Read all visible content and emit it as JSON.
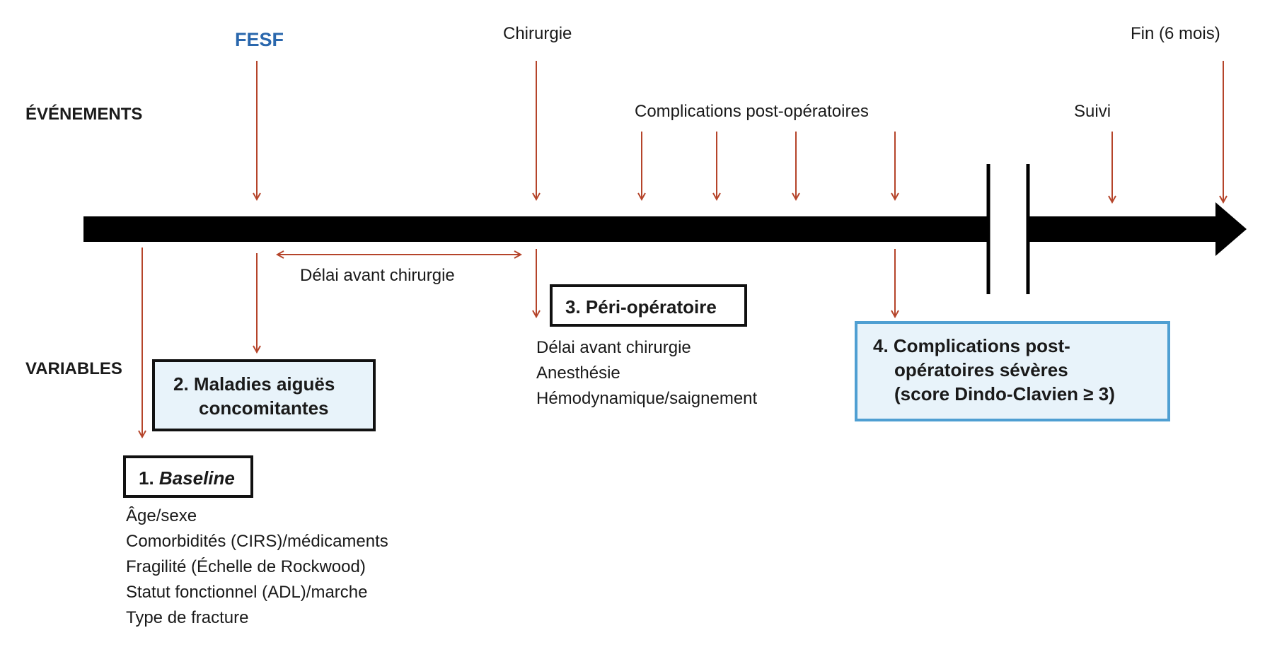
{
  "row_labels": {
    "events": "ÉVÉNEMENTS",
    "variables": "VARIABLES"
  },
  "events": {
    "fesf": "FESF",
    "surgery": "Chirurgie",
    "postop_complications": "Complications post-opératoires",
    "follow_up": "Suivi",
    "end": "Fin (6 mois)"
  },
  "delay_label": "Délai avant chirurgie",
  "boxes": {
    "baseline": {
      "number": "1.",
      "title": "Baseline"
    },
    "acute": {
      "line1": "2. Maladies aiguës",
      "line2": "concomitantes"
    },
    "periop": {
      "title": "3. Péri-opératoire"
    },
    "complications": {
      "line1": "4. Complications post-",
      "line2": "opératoires sévères",
      "line3": "(score Dindo-Clavien ≥ 3)"
    }
  },
  "lists": {
    "baseline": [
      "Âge/sexe",
      "Comorbidités (CIRS)/médicaments",
      "Fragilité (Échelle de Rockwood)",
      "Statut fonctionnel (ADL)/marche",
      "Type de fracture"
    ],
    "periop": [
      "Délai avant chirurgie",
      "Anesthésie",
      "Hémodynamique/saignement"
    ]
  },
  "colors": {
    "arrow": "#b5442a",
    "timeline": "#000000",
    "accent_blue": "#2a67ad",
    "box_fill": "#e8f3fa",
    "box_blue_border": "#4f9fd2"
  }
}
